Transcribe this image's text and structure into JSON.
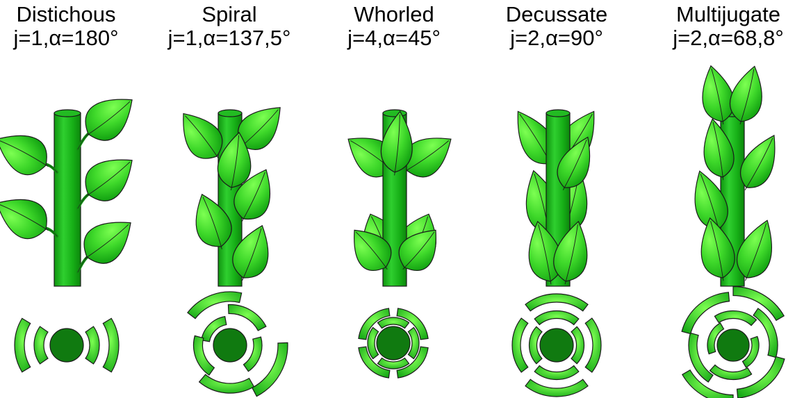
{
  "columns": [
    {
      "name": "Distichous",
      "params": "j=1,α=180°"
    },
    {
      "name": "Spiral",
      "params": "j=1,α=137,5°"
    },
    {
      "name": "Whorled",
      "params": "j=4,α=45°"
    },
    {
      "name": "Decussate",
      "params": "j=2,α=90°"
    },
    {
      "name": "Multijugate",
      "params": "j=2,α=68,8°"
    }
  ],
  "colors": {
    "leaf_light": "#5ef23a",
    "leaf_dark": "#0f9c0f",
    "stem": "#18b018",
    "stem_core": "#107a10",
    "outline": "#1b1b1b"
  }
}
